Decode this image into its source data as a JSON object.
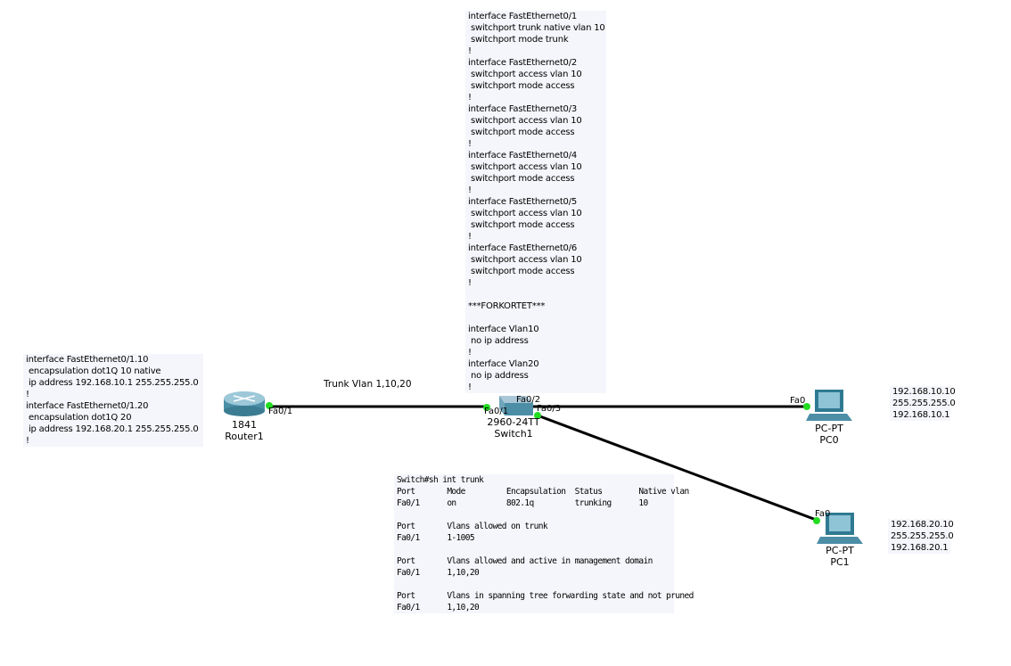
{
  "notes": {
    "switch_config": [
      "interface FastEthernet0/1",
      " switchport trunk native vlan 10",
      " switchport mode trunk",
      "!",
      "interface FastEthernet0/2",
      " switchport access vlan 10",
      " switchport mode access",
      "!",
      "interface FastEthernet0/3",
      " switchport access vlan 10",
      " switchport mode access",
      "!",
      "interface FastEthernet0/4",
      " switchport access vlan 10",
      " switchport mode access",
      "!",
      "interface FastEthernet0/5",
      " switchport access vlan 10",
      " switchport mode access",
      "!",
      "interface FastEthernet0/6",
      " switchport access vlan 10",
      " switchport mode access",
      "!",
      "",
      "***FORKORTET***",
      "",
      "interface Vlan10",
      " no ip address",
      "!",
      "interface Vlan20",
      " no ip address",
      "!"
    ],
    "router_config": [
      "interface FastEthernet0/1.10",
      " encapsulation dot1Q 10 native",
      " ip address 192.168.10.1 255.255.255.0",
      "!",
      "interface FastEthernet0/1.20",
      " encapsulation dot1Q 20",
      " ip address 192.168.20.1 255.255.255.0",
      "!"
    ],
    "trunk_output": [
      "Switch#sh int trunk",
      "Port       Mode         Encapsulation  Status        Native vlan",
      "Fa0/1      on           802.1q         trunking      10",
      "",
      "Port       Vlans allowed on trunk",
      "Fa0/1      1-1005",
      "",
      "Port       Vlans allowed and active in management domain",
      "Fa0/1      1,10,20",
      "",
      "Port       Vlans in spanning tree forwarding state and not pruned",
      "Fa0/1      1,10,20"
    ],
    "pc0_ip": [
      "192.168.10.10",
      "255.255.255.0",
      "192.168.10.1"
    ],
    "pc1_ip": [
      "192.168.20.10",
      "255.255.255.0",
      "192.168.20.1"
    ]
  },
  "link_label": "Trunk Vlan 1,10,20",
  "devices": {
    "router": {
      "model": "1841",
      "name": "Router1",
      "port": "Fa0/1"
    },
    "switch": {
      "model": "2960-24TT",
      "name": "Switch1",
      "port1": "Fa0/1",
      "port2": "Fa0/2",
      "port3": "Fa0/3"
    },
    "pc0": {
      "model": "PC-PT",
      "name": "PC0",
      "port": "Fa0"
    },
    "pc1": {
      "model": "PC-PT",
      "name": "PC1",
      "port": "Fa0"
    }
  },
  "colors": {
    "link": "#000000",
    "port_up": "#22dd22",
    "note_bg": "#f5f6fb"
  }
}
